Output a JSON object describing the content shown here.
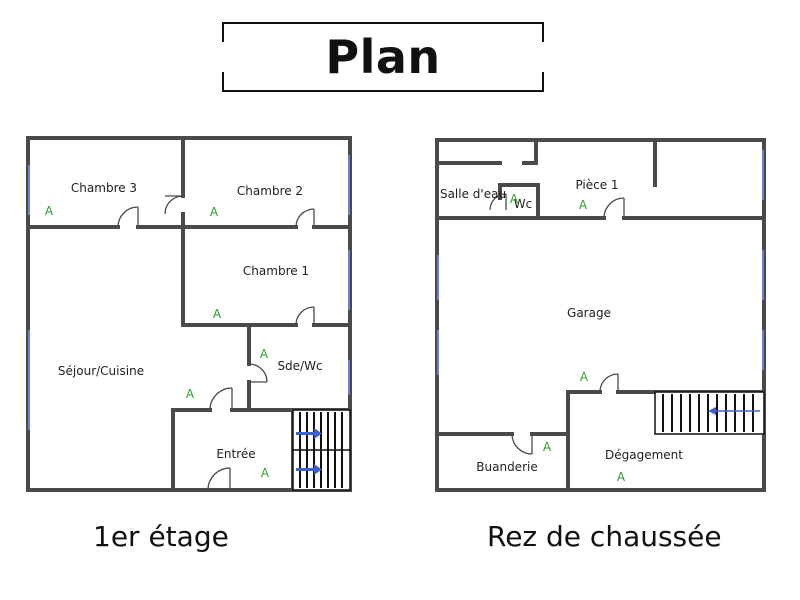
{
  "title": "Plan",
  "floor_left": {
    "caption": "1er étage",
    "rooms": {
      "chambre3": "Chambre 3",
      "chambre2": "Chambre 2",
      "chambre1": "Chambre 1",
      "sejour": "Séjour/Cuisine",
      "sde": "Sde/Wc",
      "entree": "Entrée"
    },
    "marker": "A"
  },
  "floor_right": {
    "caption": "Rez de chaussée",
    "rooms": {
      "salle_eau": "Salle d'eau",
      "wc": "Wc",
      "piece1": "Pièce 1",
      "garage": "Garage",
      "buanderie": "Buanderie",
      "degagement": "Dégagement"
    },
    "marker": "A"
  },
  "colors": {
    "wall": "#4a4a4a",
    "marker": "#2e9e2e",
    "window": "#6b7fd6",
    "stair_arrow": "#3d63c9"
  }
}
